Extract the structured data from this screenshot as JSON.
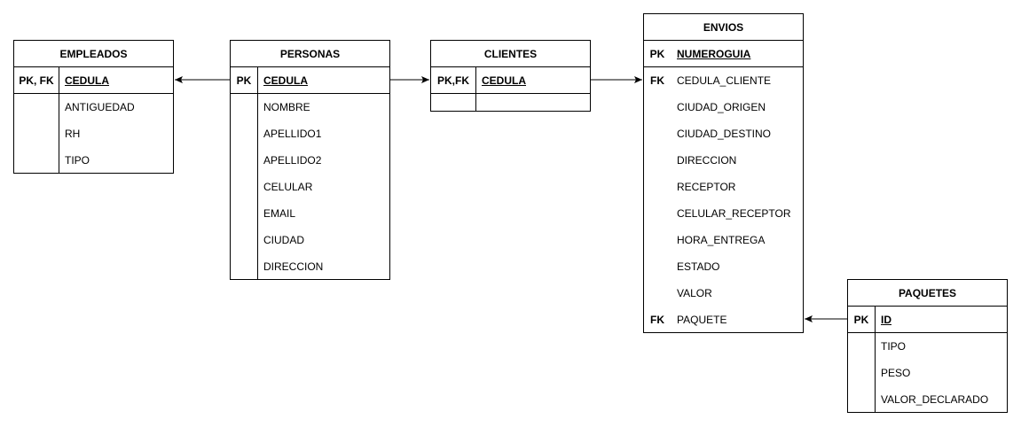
{
  "entities": {
    "empleados": {
      "title": "EMPLEADOS",
      "pk": {
        "key": "PK, FK",
        "field": "CEDULA"
      },
      "fields": [
        {
          "key": "",
          "field": "ANTIGUEDAD"
        },
        {
          "key": "",
          "field": "RH"
        },
        {
          "key": "",
          "field": "TIPO"
        }
      ]
    },
    "personas": {
      "title": "PERSONAS",
      "pk": {
        "key": "PK",
        "field": "CEDULA"
      },
      "fields": [
        {
          "key": "",
          "field": "NOMBRE"
        },
        {
          "key": "",
          "field": "APELLIDO1"
        },
        {
          "key": "",
          "field": "APELLIDO2"
        },
        {
          "key": "",
          "field": "CELULAR"
        },
        {
          "key": "",
          "field": "EMAIL"
        },
        {
          "key": "",
          "field": "CIUDAD"
        },
        {
          "key": "",
          "field": "DIRECCION"
        }
      ]
    },
    "clientes": {
      "title": "CLIENTES",
      "pk": {
        "key": "PK,FK",
        "field": "CEDULA"
      },
      "fields": []
    },
    "envios": {
      "title": "ENVIOS",
      "pk": {
        "key": "PK",
        "field": "NUMEROGUIA"
      },
      "fields": [
        {
          "key": "FK",
          "field": "CEDULA_CLIENTE"
        },
        {
          "key": "",
          "field": "CIUDAD_ORIGEN"
        },
        {
          "key": "",
          "field": "CIUDAD_DESTINO"
        },
        {
          "key": "",
          "field": "DIRECCION"
        },
        {
          "key": "",
          "field": "RECEPTOR"
        },
        {
          "key": "",
          "field": "CELULAR_RECEPTOR"
        },
        {
          "key": "",
          "field": "HORA_ENTREGA"
        },
        {
          "key": "",
          "field": "ESTADO"
        },
        {
          "key": "",
          "field": "VALOR"
        },
        {
          "key": "FK",
          "field": "PAQUETE"
        }
      ]
    },
    "paquetes": {
      "title": "PAQUETES",
      "pk": {
        "key": "PK",
        "field": "ID"
      },
      "fields": [
        {
          "key": "",
          "field": "TIPO"
        },
        {
          "key": "",
          "field": "PESO"
        },
        {
          "key": "",
          "field": "VALOR_DECLARADO"
        }
      ]
    }
  }
}
